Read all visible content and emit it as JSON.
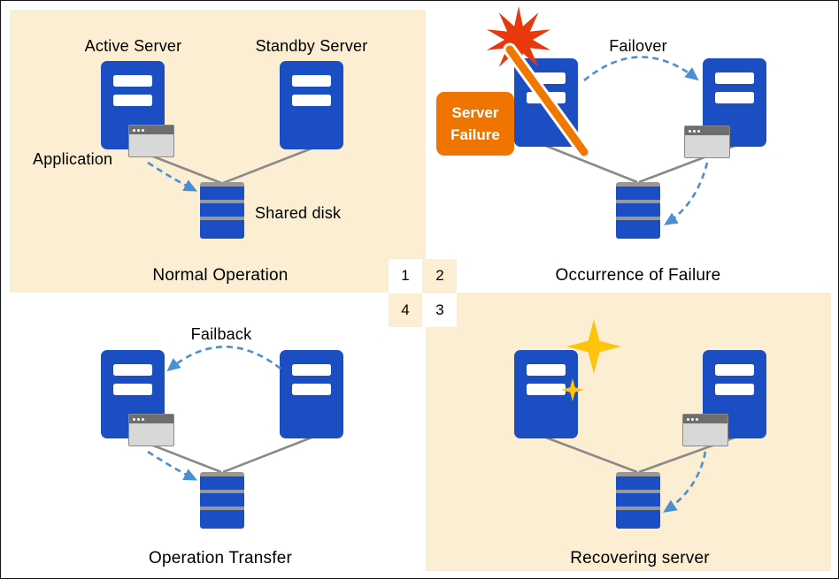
{
  "steps": {
    "one": "1",
    "two": "2",
    "three": "3",
    "four": "4"
  },
  "normal_operation": {
    "caption": "Normal Operation",
    "active_server_label": "Active Server",
    "standby_server_label": "Standby Server",
    "application_label": "Application",
    "shared_disk_label": "Shared disk"
  },
  "occurrence_of_failure": {
    "caption": "Occurrence of Failure",
    "failover_label": "Failover",
    "server_failure_badge": {
      "line1": "Server",
      "line2": "Failure"
    }
  },
  "operation_transfer": {
    "caption": "Operation Transfer",
    "failback_label": "Failback"
  },
  "recovering_server": {
    "caption": "Recovering server"
  },
  "colors": {
    "panel_beige": "#FBEED2",
    "server_blue": "#1C4EC3",
    "connector_gray": "#8A8A8A",
    "arrow_blue": "#4A8FD4",
    "slash_orange": "#F07800",
    "badge_orange": "#F07400",
    "burst_red": "#E8380D",
    "sparkle_gold": "#FFC30B",
    "app_window_gray": "#D8D8D8"
  }
}
